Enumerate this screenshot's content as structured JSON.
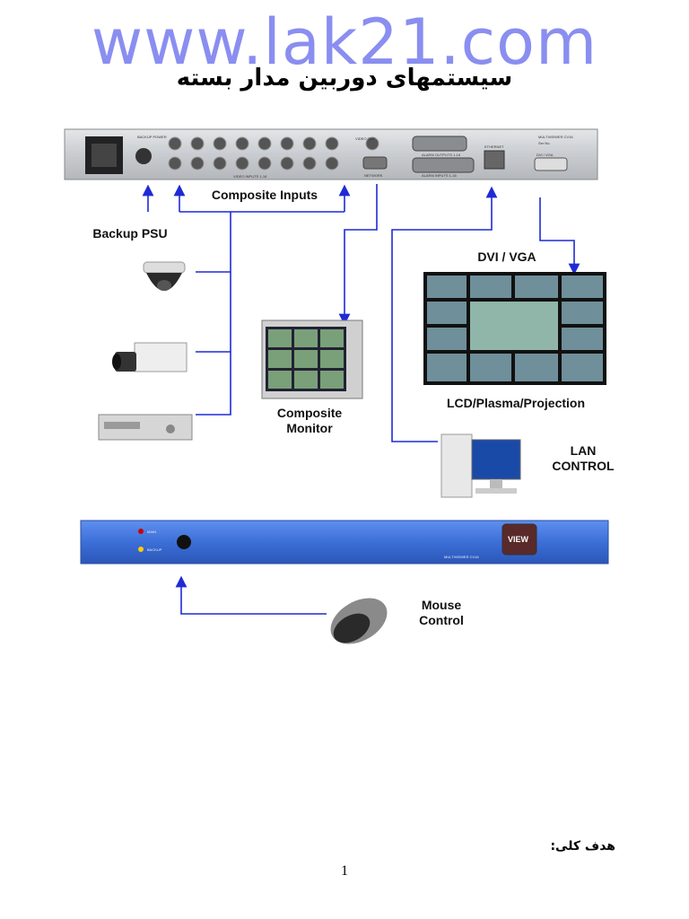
{
  "watermark": "www.lak21.com",
  "title": "سیستمهای دوربین مدار بسته",
  "panel": {
    "backup_power": "BACKUP POWER",
    "video_inputs": "VIDEO INPUTS 1-16",
    "video_out": "VIDEO OUT",
    "network": "NETWORK",
    "alarm": "ALARM OUTPUTS 1-16",
    "alarm_in": "ALARM INPUTS 1-16",
    "ethernet": "ETHERNET",
    "dvi": "DVI / VGA",
    "model": "MULTIVIEWER CV16",
    "serial": "Ser No."
  },
  "labels": {
    "composite_inputs": "Composite Inputs",
    "backup_psu": "Backup PSU",
    "dvi_vga": "DVI / VGA",
    "composite_monitor_1": "Composite",
    "composite_monitor_2": "Monitor",
    "lcd": "LCD/Plasma/Projection",
    "lan_1": "LAN",
    "lan_2": "CONTROL",
    "mouse_1": "Mouse",
    "mouse_2": "Control"
  },
  "front": {
    "led1": "MAIN",
    "led2": "BACKUP",
    "model": "MULTIVIEWER CV16",
    "logo": "VIEW"
  },
  "goal": "هدف کلی:",
  "page_number": "1",
  "colors": {
    "arrow": "#1f2ad6",
    "watermark": "#8a8ef0",
    "front_panel": "#3c6fd8"
  }
}
